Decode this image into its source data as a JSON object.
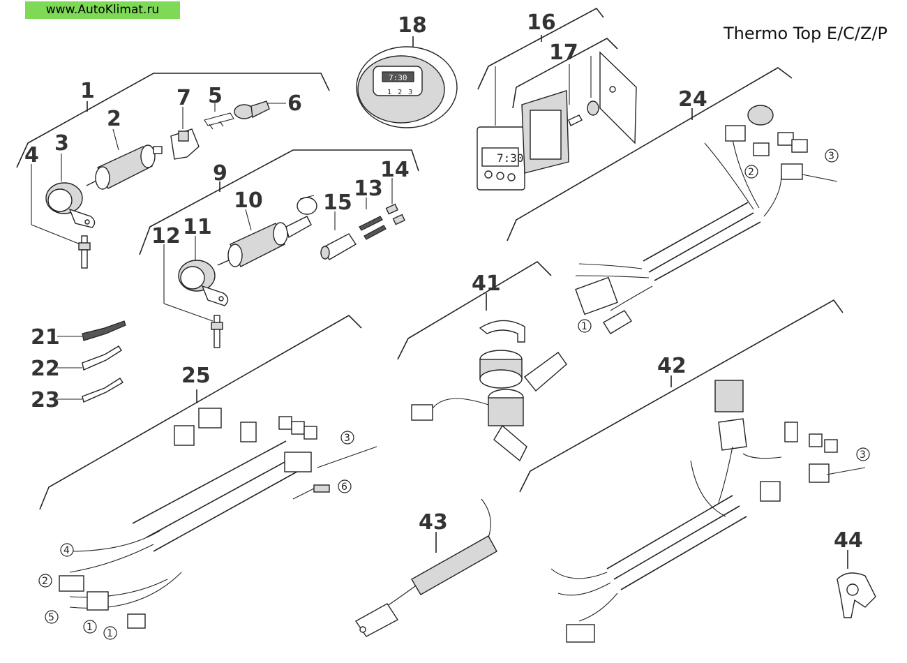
{
  "header": {
    "site": "www.AutoKlimat.ru",
    "model": "Thermo Top E/C/Z/P"
  },
  "callouts": [
    "1",
    "2",
    "3",
    "4",
    "5",
    "6",
    "7",
    "9",
    "10",
    "11",
    "12",
    "13",
    "14",
    "15",
    "16",
    "17",
    "18",
    "21",
    "22",
    "23",
    "24",
    "25",
    "41",
    "42",
    "43",
    "44"
  ],
  "circled": [
    "1",
    "2",
    "3",
    "4",
    "5",
    "6"
  ],
  "controller_panel": {
    "display": "7:30"
  },
  "timer_module": {
    "row1": "1",
    "row2": "2",
    "row3": "3"
  }
}
